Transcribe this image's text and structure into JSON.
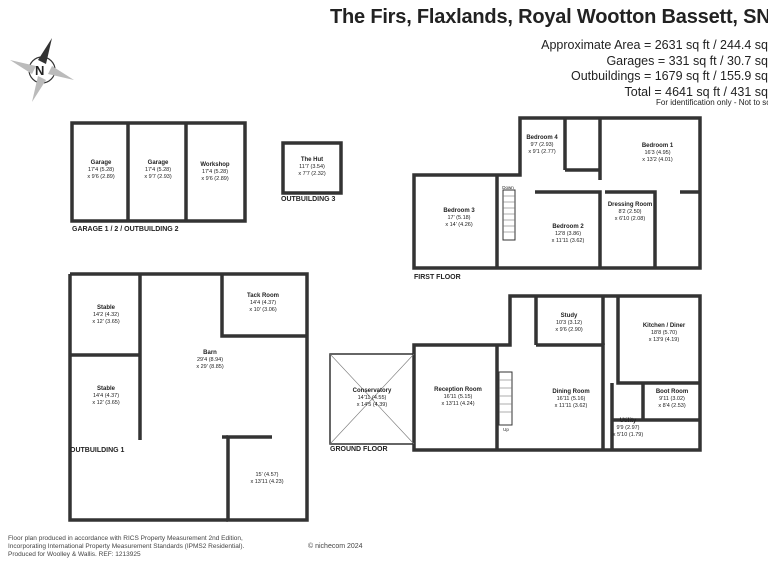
{
  "header": {
    "title": "The Firs, Flaxlands, Royal Wootton Bassett, SN",
    "areas": [
      "Approximate Area = 2631 sq ft / 244.4 sq",
      "Garages = 331 sq ft / 30.7 sq",
      "Outbuildings = 1679 sq ft / 155.9 sq",
      "Total = 4641 sq ft / 431 sq"
    ],
    "disclaimer": "For identification only - Not to sc"
  },
  "compass": {
    "label": "N"
  },
  "sections": {
    "garages": "GARAGE 1 / 2 / OUTBUILDING 2",
    "hut": "OUTBUILDING 3",
    "outbuilding1": "OUTBUILDING 1",
    "first_floor": "FIRST FLOOR",
    "ground_floor": "GROUND FLOOR"
  },
  "rooms": {
    "garage1": {
      "name": "Garage",
      "dims": [
        "17'4 (5.28)",
        "x 9'6 (2.89)"
      ]
    },
    "garage2": {
      "name": "Garage",
      "dims": [
        "17'4 (5.28)",
        "x 9'7 (2.93)"
      ]
    },
    "workshop": {
      "name": "Workshop",
      "dims": [
        "17'4 (5.28)",
        "x 9'6 (2.89)"
      ]
    },
    "hut": {
      "name": "The Hut",
      "dims": [
        "11'7 (3.54)",
        "x 7'7 (2.32)"
      ]
    },
    "stable1": {
      "name": "Stable",
      "dims": [
        "14'2 (4.32)",
        "x 12' (3.65)"
      ]
    },
    "stable2": {
      "name": "Stable",
      "dims": [
        "14'4 (4.37)",
        "x 12' (3.65)"
      ]
    },
    "barn": {
      "name": "Barn",
      "dims": [
        "29'4 (8.94)",
        "x 29' (8.85)"
      ]
    },
    "tack": {
      "name": "Tack Room",
      "dims": [
        "14'4 (4.37)",
        "x 10' (3.06)"
      ]
    },
    "store": {
      "name": "",
      "dims": [
        "15' (4.57)",
        "x 13'11 (4.23)"
      ]
    },
    "bedroom4": {
      "name": "Bedroom 4",
      "dims": [
        "9'7 (2.93)",
        "x 9'1 (2.77)"
      ]
    },
    "bedroom1": {
      "name": "Bedroom 1",
      "dims": [
        "16'3 (4.95)",
        "x 13'2 (4.01)"
      ]
    },
    "bedroom3": {
      "name": "Bedroom 3",
      "dims": [
        "17' (5.18)",
        "x 14' (4.26)"
      ]
    },
    "bedroom2": {
      "name": "Bedroom 2",
      "dims": [
        "12'8 (3.86)",
        "x 11'11 (3.62)"
      ]
    },
    "dressing": {
      "name": "Dressing Room",
      "dims": [
        "8'2 (2.50)",
        "x 6'10 (2.08)"
      ]
    },
    "conservatory": {
      "name": "Conservatory",
      "dims": [
        "14'11 (4.55)",
        "x 14'5 (4.39)"
      ]
    },
    "reception": {
      "name": "Reception Room",
      "dims": [
        "16'11 (5.15)",
        "x 13'11 (4.24)"
      ]
    },
    "study": {
      "name": "Study",
      "dims": [
        "10'3 (3.12)",
        "x 9'6 (2.90)"
      ]
    },
    "kitchen": {
      "name": "Kitchen / Diner",
      "dims": [
        "18'8 (5.70)",
        "x 13'9 (4.19)"
      ]
    },
    "dining": {
      "name": "Dining Room",
      "dims": [
        "16'11 (5.16)",
        "x 11'11 (3.62)"
      ]
    },
    "boot": {
      "name": "Boot Room",
      "dims": [
        "9'11 (3.02)",
        "x 8'4 (2.53)"
      ]
    },
    "utility": {
      "name": "Utility",
      "dims": [
        "9'9 (2.97)",
        "x 5'10 (1.79)"
      ]
    }
  },
  "misc": {
    "down": "Down",
    "up": "Up"
  },
  "footer": {
    "lines": [
      "Floor plan produced in accordance with RICS Property Measurement 2nd Edition,",
      "Incorporating International Property Measurement Standards (IPMS2 Residential).",
      "Produced for Woolley & Wallis.   REF: 1213925"
    ],
    "logo": "© nichecom 2024"
  }
}
